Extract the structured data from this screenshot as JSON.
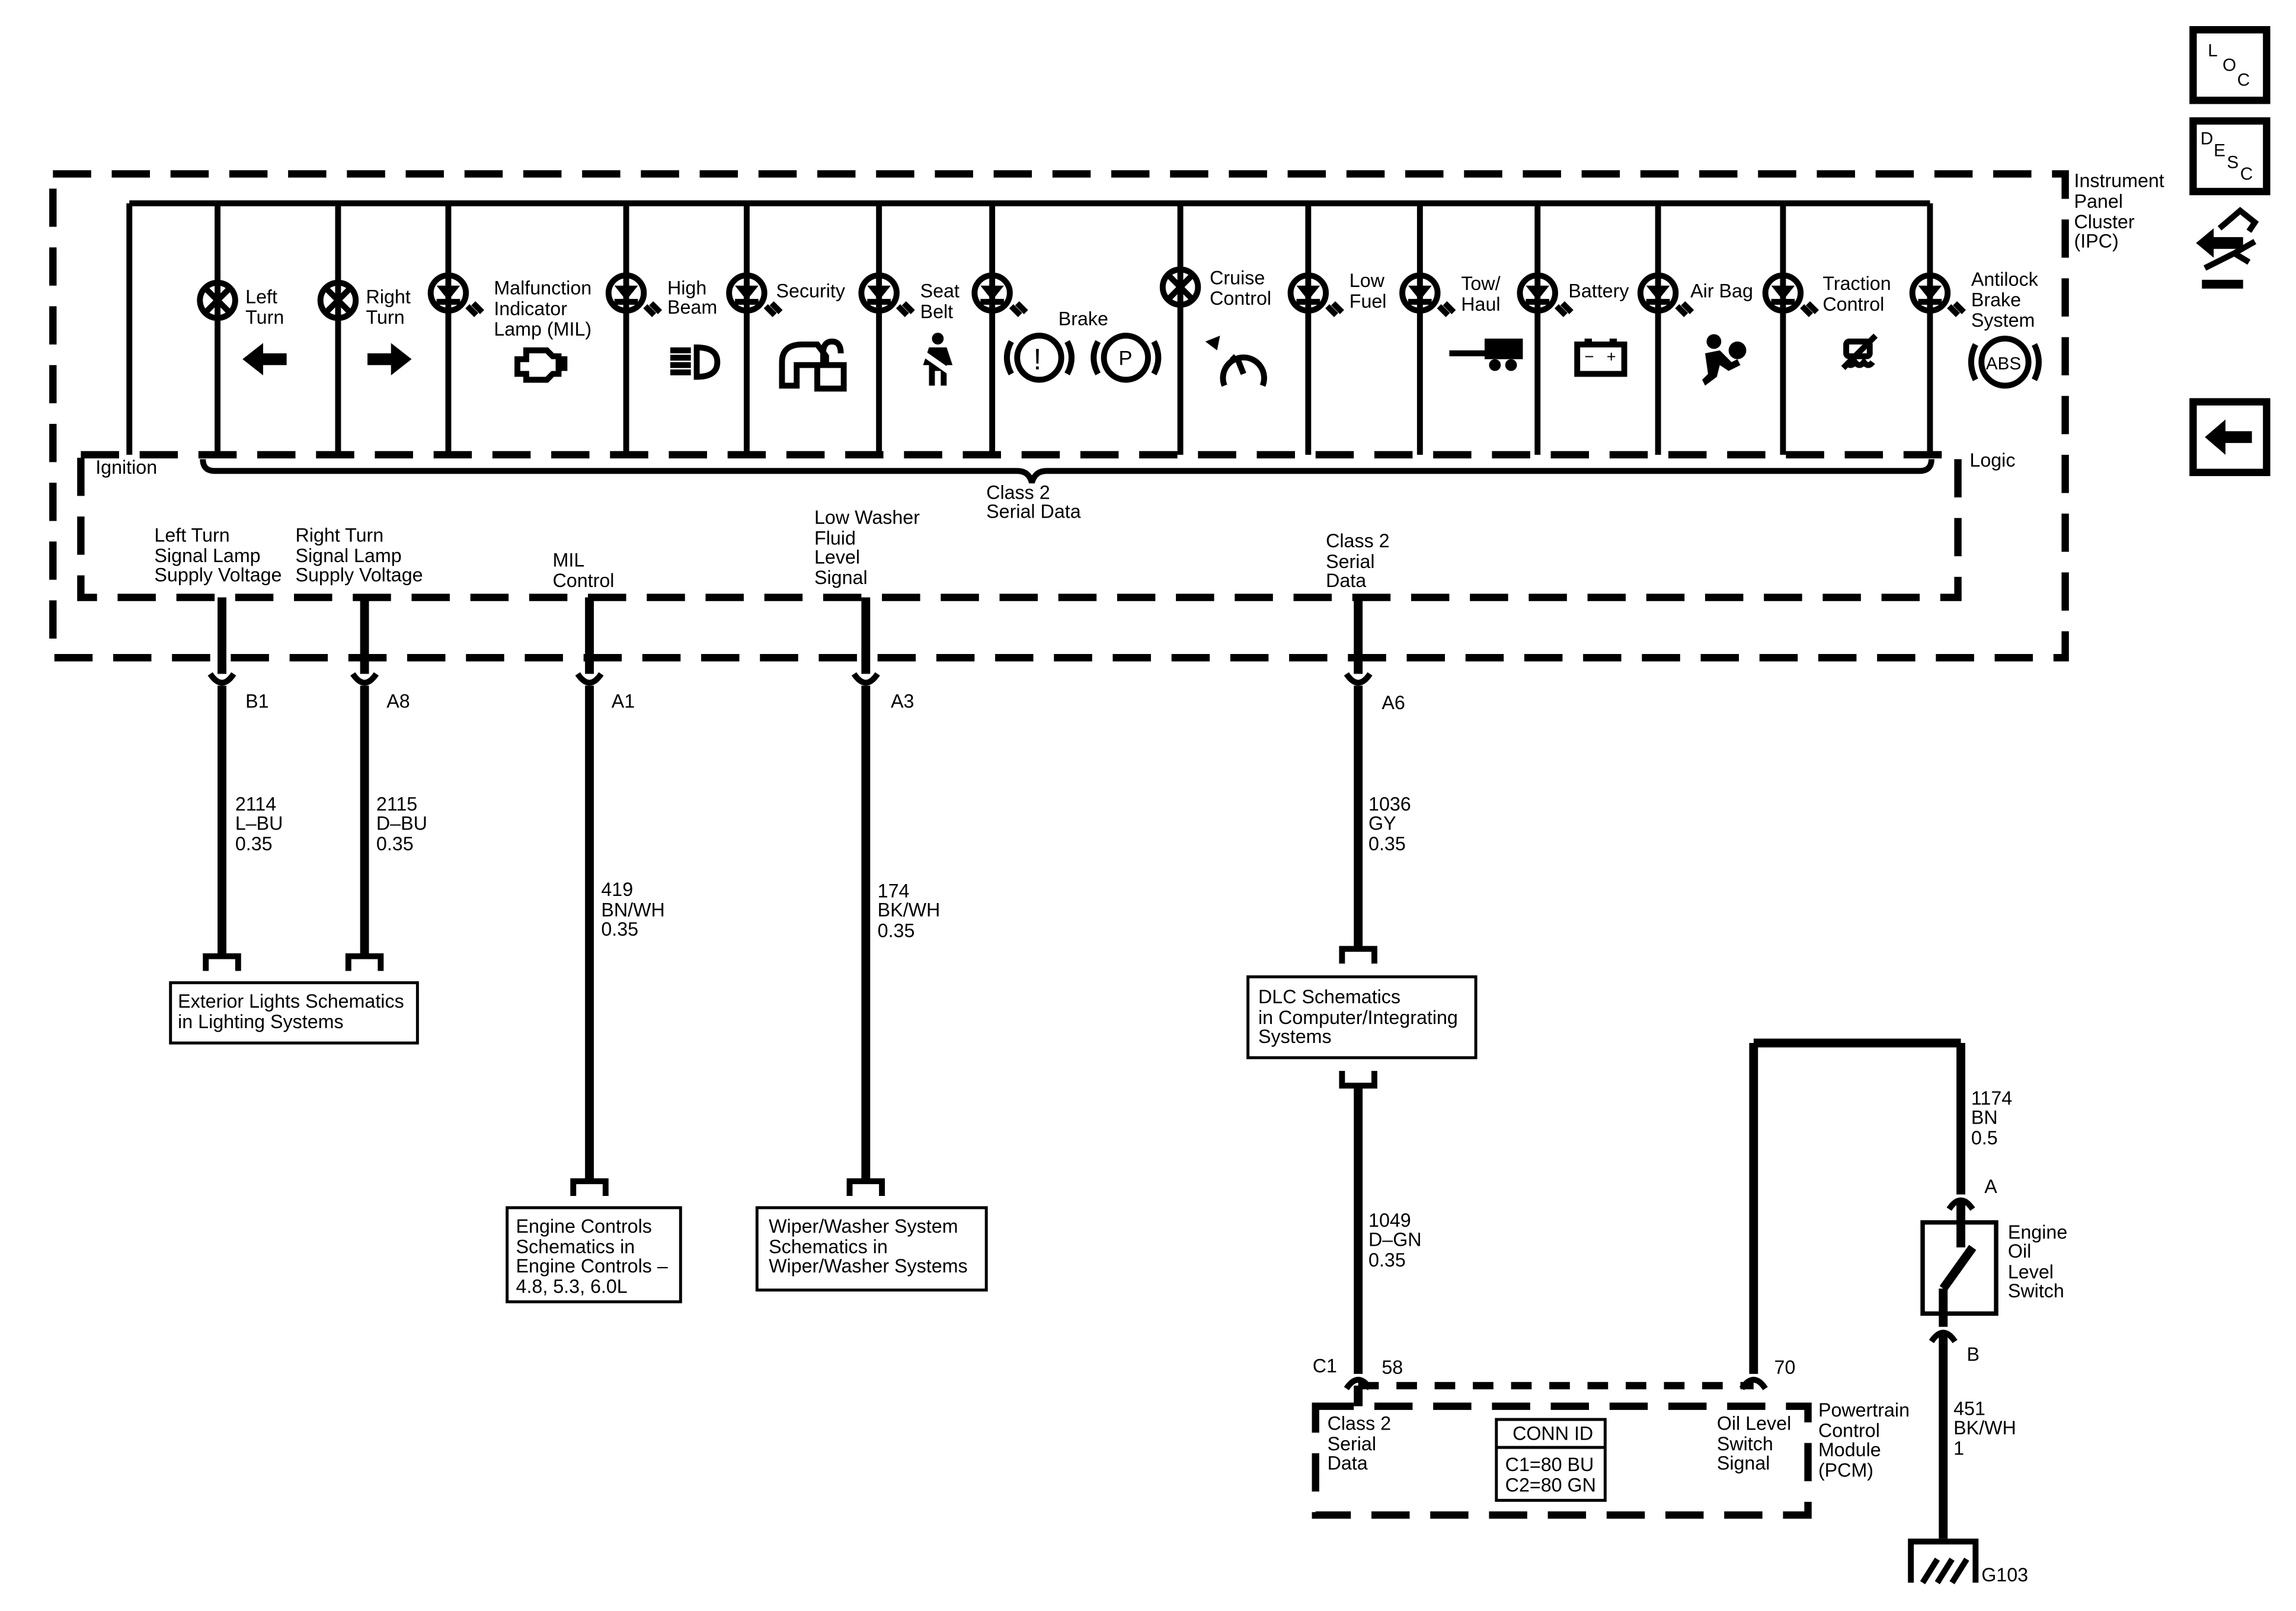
{
  "nav": {
    "loc_letters": [
      "L",
      "O",
      "C"
    ],
    "desc_letters": [
      "D",
      "E",
      "S",
      "C"
    ]
  },
  "ipc": {
    "title_lines": [
      "Instrument",
      "Panel",
      "Cluster",
      "(IPC)"
    ],
    "ignition_label": "Ignition",
    "logic_label": "Logic",
    "bus_label_lines": [
      "Class 2",
      "Serial Data"
    ],
    "indicators": [
      {
        "id": "left-turn",
        "type": "bulb",
        "lines": [
          "Left",
          "Turn"
        ]
      },
      {
        "id": "right-turn",
        "type": "bulb",
        "lines": [
          "Right",
          "Turn"
        ]
      },
      {
        "id": "mil",
        "type": "led",
        "lines": [
          "Malfunction",
          "Indicator",
          "Lamp (MIL)"
        ]
      },
      {
        "id": "high-beam",
        "type": "led",
        "lines": [
          "High",
          "Beam"
        ]
      },
      {
        "id": "security",
        "type": "led",
        "lines": [
          "Security"
        ]
      },
      {
        "id": "seat-belt",
        "type": "led",
        "lines": [
          "Seat",
          "Belt"
        ]
      },
      {
        "id": "brake",
        "type": "led",
        "lines": [
          "Brake"
        ]
      },
      {
        "id": "cruise-control",
        "type": "bulb",
        "lines": [
          "Cruise",
          "Control"
        ]
      },
      {
        "id": "low-fuel",
        "type": "led",
        "lines": [
          "Low",
          "Fuel"
        ]
      },
      {
        "id": "tow-haul",
        "type": "led",
        "lines": [
          "Tow/",
          "Haul"
        ]
      },
      {
        "id": "battery",
        "type": "led",
        "lines": [
          "Battery"
        ]
      },
      {
        "id": "air-bag",
        "type": "led",
        "lines": [
          "Air Bag"
        ]
      },
      {
        "id": "traction-control",
        "type": "led",
        "lines": [
          "Traction",
          "Control"
        ]
      },
      {
        "id": "abs",
        "type": "led",
        "lines": [
          "Antilock",
          "Brake",
          "System"
        ]
      }
    ],
    "signals": [
      {
        "id": "left-turn-supply",
        "lines": [
          "Left Turn",
          "Signal Lamp",
          "Supply Voltage"
        ]
      },
      {
        "id": "right-turn-supply",
        "lines": [
          "Right Turn",
          "Signal Lamp",
          "Supply Voltage"
        ]
      },
      {
        "id": "mil-control",
        "lines": [
          "MIL",
          "Control"
        ]
      },
      {
        "id": "low-washer",
        "lines": [
          "Low Washer",
          "Fluid",
          "Level",
          "Signal"
        ]
      },
      {
        "id": "class2",
        "lines": [
          "Class 2",
          "Serial",
          "Data"
        ]
      }
    ],
    "glyphs": {
      "brake_excl": "(!)",
      "brake_p": "P",
      "abs": "ABS",
      "batt_minus": "−",
      "batt_plus": "+"
    }
  },
  "pins": [
    {
      "id": "b1",
      "label": "B1"
    },
    {
      "id": "a8",
      "label": "A8"
    },
    {
      "id": "a1",
      "label": "A1"
    },
    {
      "id": "a3",
      "label": "A3"
    },
    {
      "id": "a6",
      "label": "A6"
    }
  ],
  "wires": [
    {
      "id": "w2114",
      "lines": [
        "2114",
        "L–BU",
        "0.35"
      ]
    },
    {
      "id": "w2115",
      "lines": [
        "2115",
        "D–BU",
        "0.35"
      ]
    },
    {
      "id": "w419",
      "lines": [
        "419",
        "BN/WH",
        "0.35"
      ]
    },
    {
      "id": "w174",
      "lines": [
        "174",
        "BK/WH",
        "0.35"
      ]
    },
    {
      "id": "w1036",
      "lines": [
        "1036",
        "GY",
        "0.35"
      ]
    },
    {
      "id": "w1049",
      "lines": [
        "1049",
        "D–GN",
        "0.35"
      ]
    },
    {
      "id": "w1174",
      "lines": [
        "1174",
        "BN",
        "0.5"
      ]
    },
    {
      "id": "w451",
      "lines": [
        "451",
        "BK/WH",
        "1"
      ]
    }
  ],
  "refs": [
    {
      "id": "exterior-lights",
      "lines": [
        "Exterior Lights Schematics",
        "in Lighting Systems"
      ]
    },
    {
      "id": "engine-controls",
      "lines": [
        "Engine Controls",
        "Schematics in",
        "Engine Controls –",
        "4.8, 5.3, 6.0L"
      ]
    },
    {
      "id": "wiper-washer",
      "lines": [
        "Wiper/Washer System",
        "Schematics in",
        "Wiper/Washer Systems"
      ]
    },
    {
      "id": "dlc",
      "lines": [
        "DLC Schematics",
        "in Computer/Integrating",
        "Systems"
      ]
    }
  ],
  "pcm": {
    "title_lines": [
      "Powertrain",
      "Control",
      "Module",
      "(PCM)"
    ],
    "c1_label": "C1",
    "pin58": "58",
    "pin70": "70",
    "class2_lines": [
      "Class 2",
      "Serial",
      "Data"
    ],
    "oil_lines": [
      "Oil Level",
      "Switch",
      "Signal"
    ],
    "conn_id_title": "CONN ID",
    "conn_id_lines": [
      "C1=80 BU",
      "C2=80 GN"
    ]
  },
  "oil_switch": {
    "lines": [
      "Engine",
      "Oil",
      "Level",
      "Switch"
    ],
    "pin_a": "A",
    "pin_b": "B"
  },
  "ground": {
    "label": "G103"
  }
}
